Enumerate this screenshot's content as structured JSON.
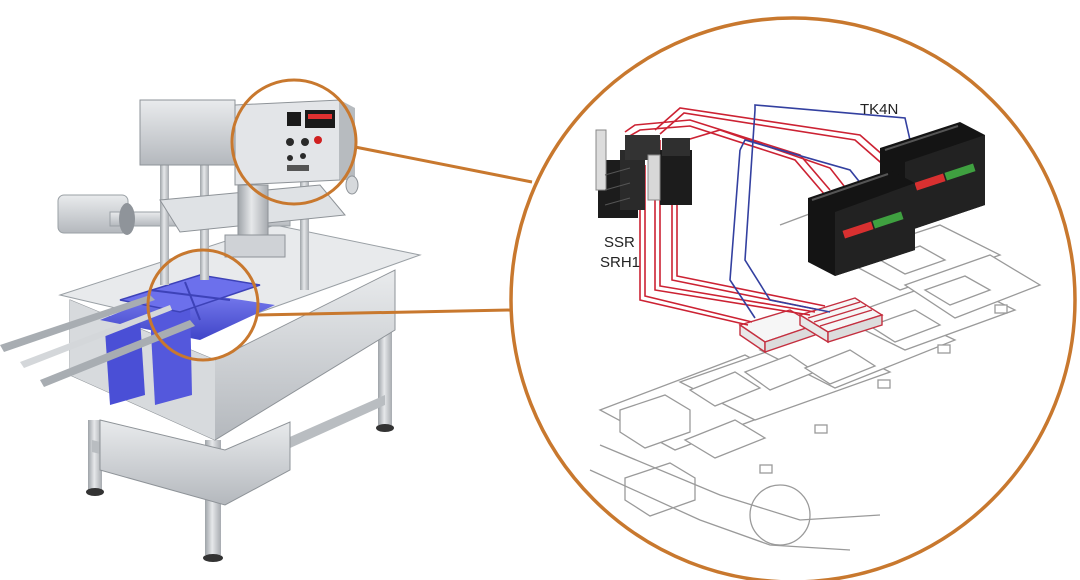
{
  "labels": {
    "controller": "TK4N",
    "relay_line1": "SSR",
    "relay_line2": "SRH1"
  },
  "colors": {
    "callout_ring": "#c8782e",
    "wire_red": "#cc2233",
    "wire_blue": "#3340a0",
    "tray_blue": "#5b5fe0",
    "steel": "#c9ccd0"
  },
  "icons": {
    "machine": "tray-sealing-machine-illustration",
    "controller": "temperature-controller-unit",
    "relay": "solid-state-relay",
    "heater": "heater-plate",
    "conveyor": "tray-conveyor"
  }
}
